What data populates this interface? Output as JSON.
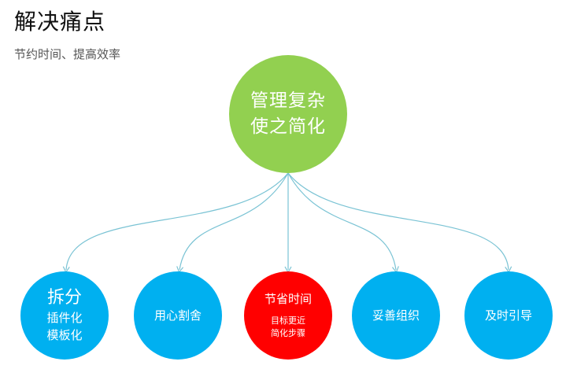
{
  "header": {
    "title": "解决痛点",
    "subtitle": "节约时间、提高效率"
  },
  "colors": {
    "center": "#92d050",
    "blue": "#00b0f0",
    "red": "#ff0000",
    "connector": "#7ac3d4"
  },
  "center": {
    "line1": "管理复杂",
    "line2": "使之简化"
  },
  "nodes": {
    "split": {
      "main": "拆分",
      "line1": "插件化",
      "line2": "模板化"
    },
    "careful": {
      "main": "用心割舍"
    },
    "save_time": {
      "main": "节省时间",
      "line1": "目标更近",
      "line2": "简化步骤"
    },
    "organize": {
      "main": "妥善组织"
    },
    "guide": {
      "main": "及时引导"
    }
  }
}
